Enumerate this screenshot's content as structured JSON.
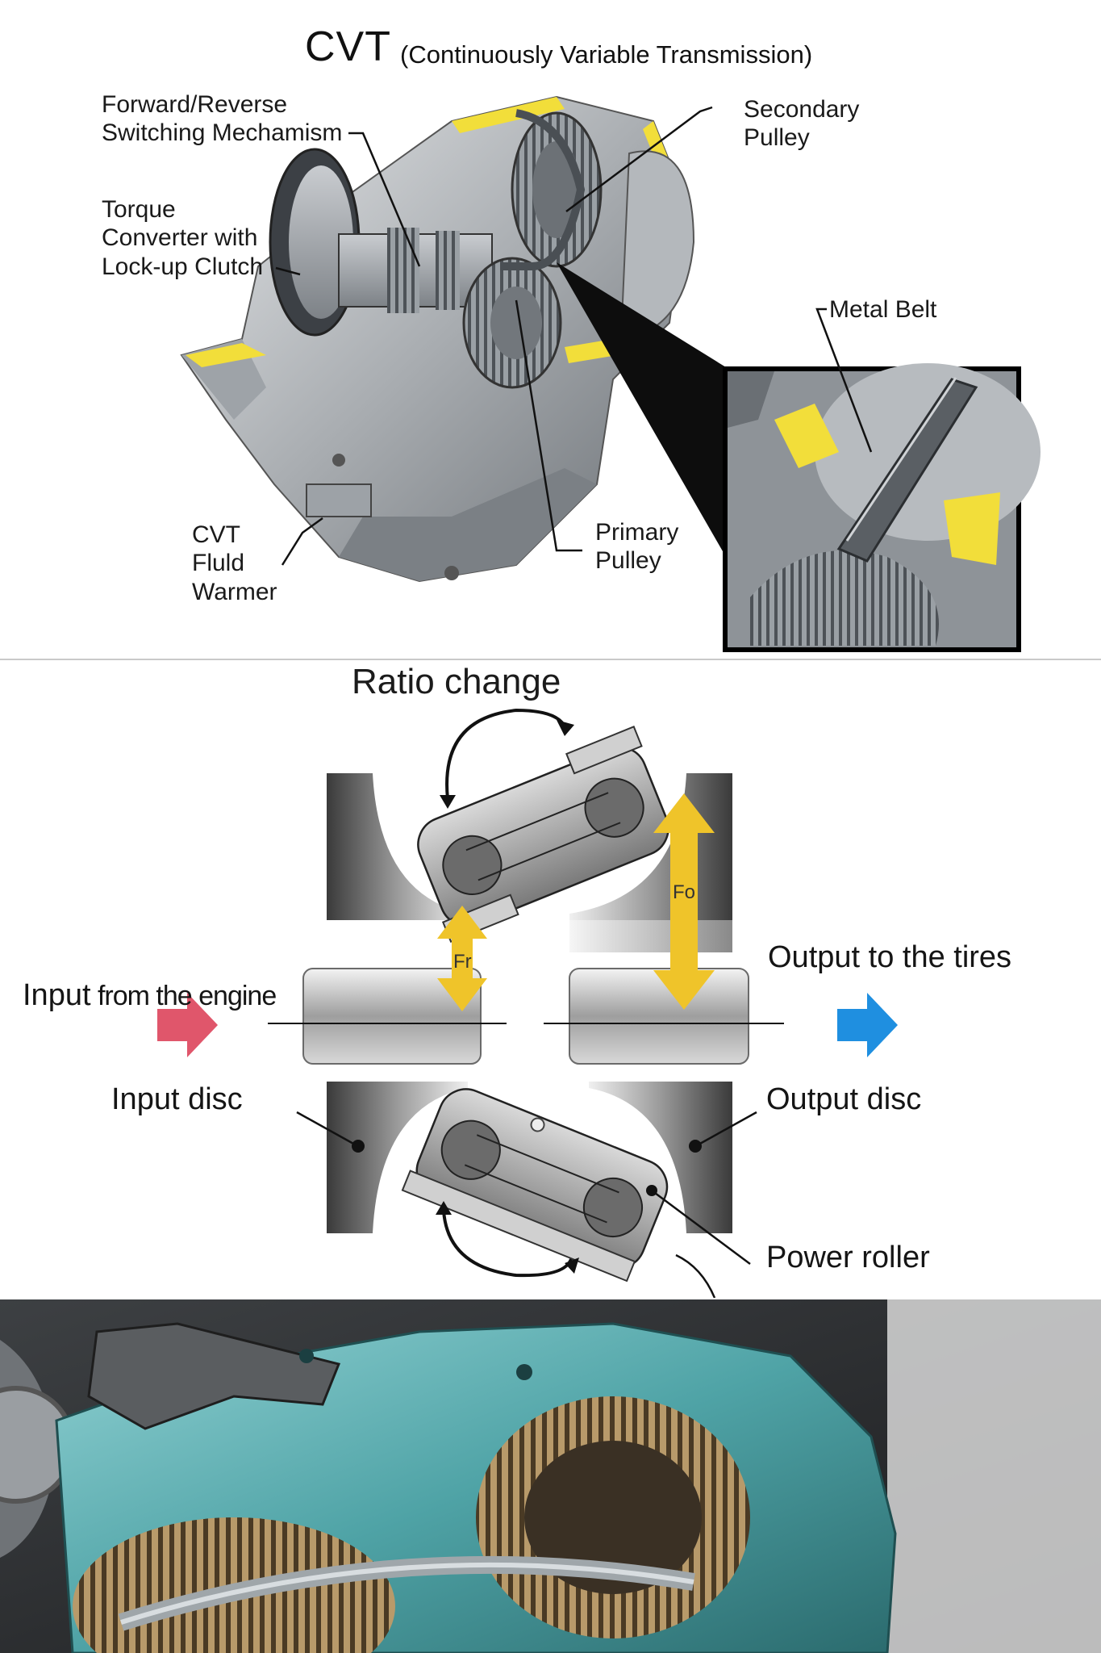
{
  "header": {
    "title": "CVT",
    "subtitle": "(Continuously Variable Transmission)"
  },
  "cutaway": {
    "labels": {
      "forward_reverse": "Forward/Reverse\nSwitching Mechamism",
      "torque_converter": "Torque\nConverter with\nLock-up Clutch",
      "fluid_warmer": "CVT\nFluld\nWarmer",
      "secondary_pulley": "Secondary\nPulley",
      "primary_pulley": "Primary\nPulley",
      "metal_belt": "Metal Belt"
    },
    "colors": {
      "cutaway_highlight": "#f2de3a",
      "casing": "#b9bcc0"
    }
  },
  "toroidal": {
    "title": "Ratio change",
    "input_label_bold": "Input",
    "input_label_rest": " from the engine",
    "output_label": "Output to the tires",
    "input_disc": "Input disc",
    "output_disc": "Output disc",
    "power_roller": "Power roller",
    "force_fr": "Fr",
    "force_fo": "Fo",
    "colors": {
      "input_arrow": "#e0566b",
      "output_arrow": "#1f8fe0",
      "force_arrow": "#efc42a"
    }
  },
  "photo": {
    "colors": {
      "casing": "#4fa3a6",
      "background": "#2a2c2e"
    }
  }
}
